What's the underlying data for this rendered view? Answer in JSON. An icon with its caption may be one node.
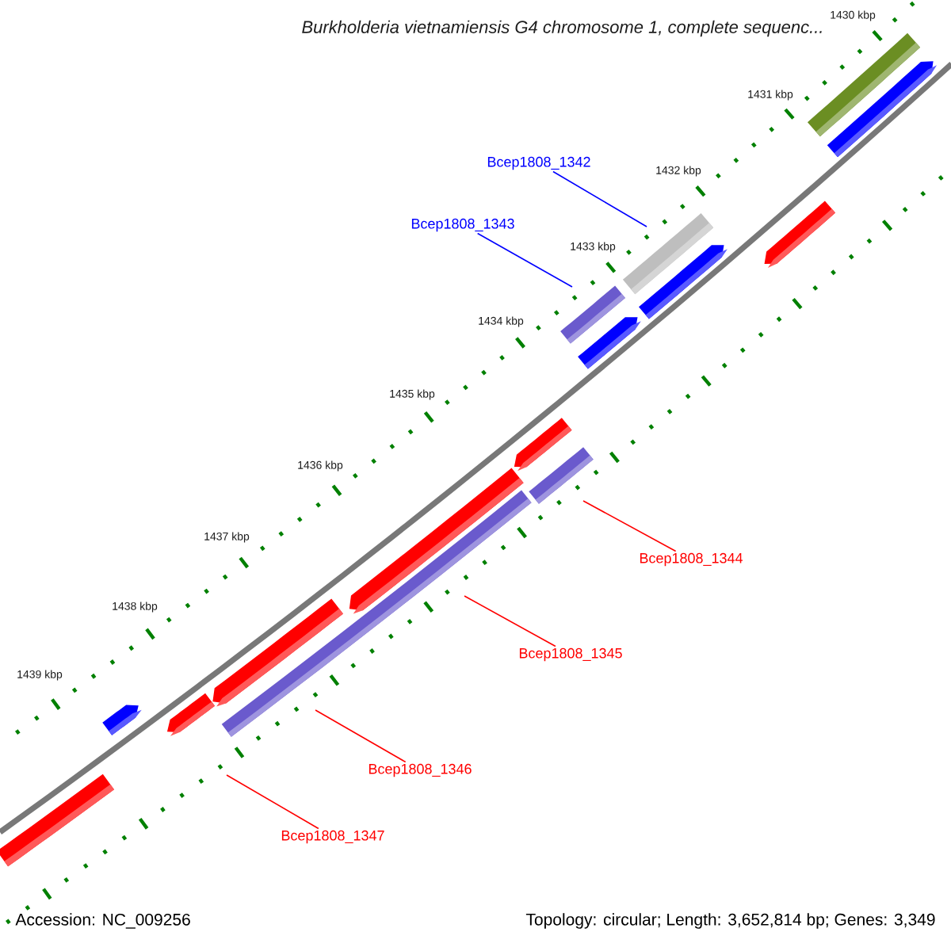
{
  "diagram": {
    "title": "Burkholderia vietnamiensis G4 chromosome 1, complete sequenc...",
    "nodes": [
      {
        "text": [
          "Bcep1808_1342"
        ]
      },
      {
        "text": [
          "Bcep1808_1343"
        ]
      },
      {
        "text": [
          "Bcep1808_1344"
        ]
      },
      {
        "text": [
          "Bcep1808_1345"
        ]
      },
      {
        "text": [
          "Bcep1808_1346"
        ]
      },
      {
        "text": [
          "Bcep1808_1347"
        ]
      }
    ],
    "edges": [
      {
        "from": 0,
        "to": null,
        "arrow": "none",
        "color": "#0000ff"
      },
      {
        "from": 1,
        "to": null,
        "arrow": "none",
        "color": "#0000ff"
      },
      {
        "from": 2,
        "to": null,
        "arrow": "none",
        "color": "#ff0000"
      },
      {
        "from": 3,
        "to": null,
        "arrow": "none",
        "color": "#ff0000"
      },
      {
        "from": 4,
        "to": null,
        "arrow": "none",
        "color": "#ff0000"
      },
      {
        "from": 5,
        "to": null,
        "arrow": "none",
        "color": "#ff0000"
      }
    ],
    "labels": [
      "1430 kbp",
      "1431 kbp",
      "1432 kbp",
      "1433 kbp",
      "1434 kbp",
      "1435 kbp",
      "1436 kbp",
      "1437 kbp",
      "1438 kbp",
      "1439 kbp",
      "Accession: NC_009256",
      "Topology: circular; Length: 3,652,814 bp; Genes: 3,349"
    ]
  }
}
